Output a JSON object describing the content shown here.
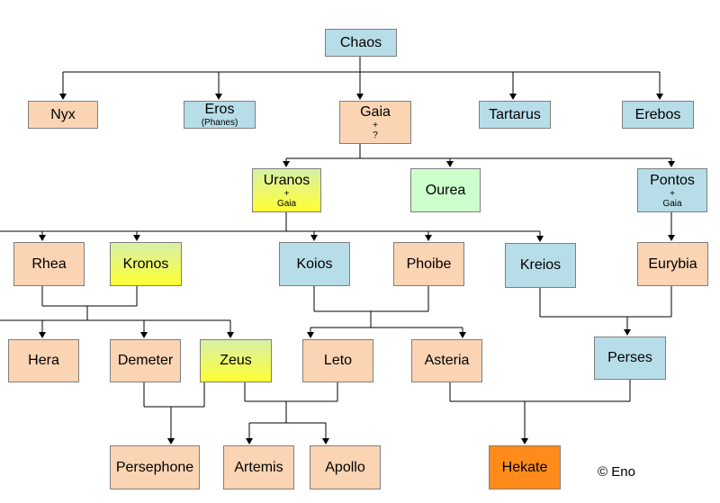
{
  "nodes": {
    "chaos": {
      "name": "Chaos"
    },
    "nyx": {
      "name": "Nyx"
    },
    "eros": {
      "name": "Eros",
      "sub": "(Phanes)"
    },
    "gaia": {
      "name": "Gaia",
      "sub": "+",
      "sub2": "?"
    },
    "tartarus": {
      "name": "Tartarus"
    },
    "erebos": {
      "name": "Erebos"
    },
    "uranos": {
      "name": "Uranos",
      "sub": "+",
      "sub2": "Gaia"
    },
    "ourea": {
      "name": "Ourea"
    },
    "pontos": {
      "name": "Pontos",
      "sub": "+",
      "sub2": "Gaia"
    },
    "rhea": {
      "name": "Rhea"
    },
    "kronos": {
      "name": "Kronos"
    },
    "koios": {
      "name": "Koios"
    },
    "phoibe": {
      "name": "Phoibe"
    },
    "kreios": {
      "name": "Kreios"
    },
    "eurybia": {
      "name": "Eurybia"
    },
    "hera": {
      "name": "Hera"
    },
    "demeter": {
      "name": "Demeter"
    },
    "zeus": {
      "name": "Zeus"
    },
    "leto": {
      "name": "Leto"
    },
    "asteria": {
      "name": "Asteria"
    },
    "perses": {
      "name": "Perses"
    },
    "persephone": {
      "name": "Persephone"
    },
    "artemis": {
      "name": "Artemis"
    },
    "apollo": {
      "name": "Apollo"
    },
    "hekate": {
      "name": "Hekate"
    }
  },
  "colors": {
    "blue": "#b7dde8",
    "peach": "#fbd4b4",
    "green": "#ccffcc",
    "orange": "#ff8c1a",
    "yellow": "#ffff33",
    "line": "#000000"
  },
  "credit": "© Eno"
}
